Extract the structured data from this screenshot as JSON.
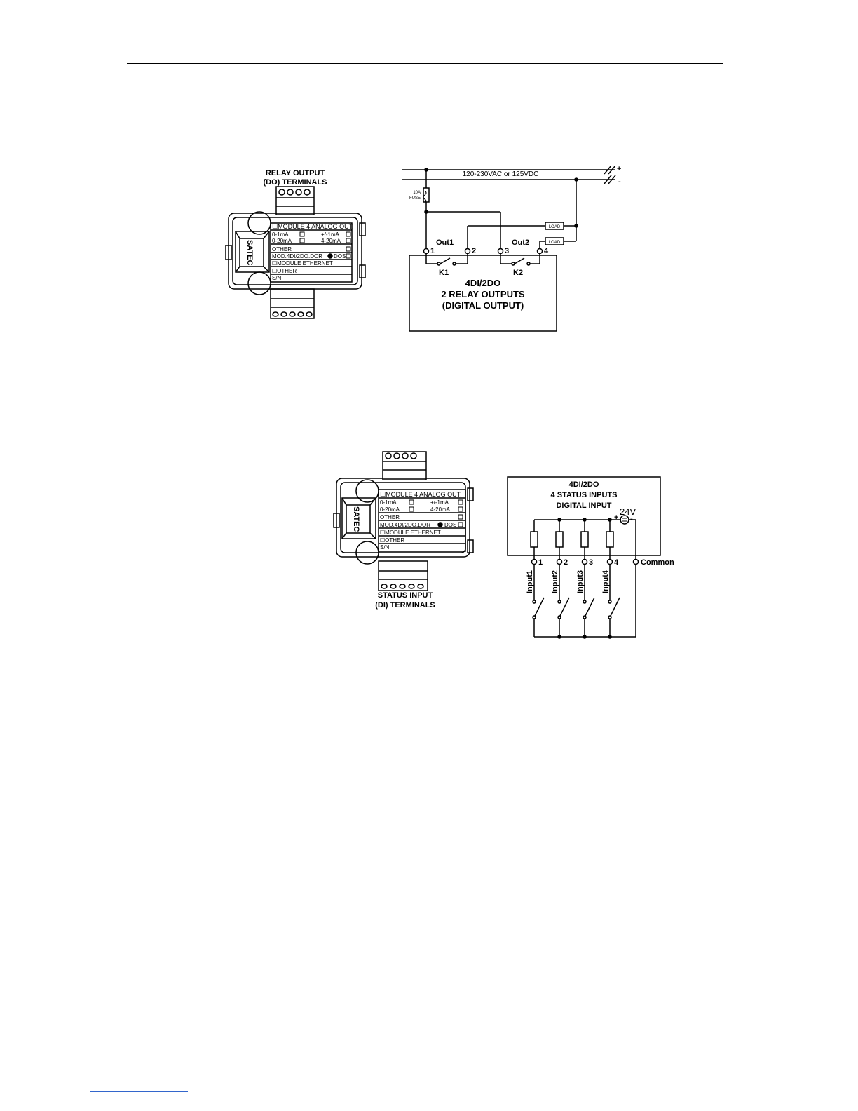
{
  "figure1": {
    "module_title_line1": "RELAY OUTPUT",
    "module_title_line2": "(DO) TERMINALS",
    "brand": "SATEC",
    "label_rows": [
      "☐MODULE 4 ANALOG OUT.",
      "0-1mA",
      "+/-1mA",
      "0-20mA",
      "4-20mA",
      "OTHER",
      "MOD.4DI/2DO.DOR",
      "DOS",
      "☐MODULE ETHERNET",
      "☐OTHER",
      "S/N"
    ],
    "supply": "120-230VAC or 125VDC",
    "plus": "+",
    "minus": "-",
    "fuse_rating": "10A",
    "fuse_label": "FUSE",
    "load1": "LOAD",
    "load2": "LOAD",
    "out1": "Out1",
    "out2": "Out2",
    "t1": "1",
    "t2": "2",
    "t3": "3",
    "t4": "4",
    "k1": "K1",
    "k2": "K2",
    "box_line1": "4DI/2DO",
    "box_line2": "2 RELAY OUTPUTS",
    "box_line3": "(DIGITAL OUTPUT)"
  },
  "figure2": {
    "brand": "SATEC",
    "label_rows": [
      "☐MODULE 4 ANALOG OUT.",
      "0-1mA",
      "+/-1mA",
      "0-20mA",
      "4-20mA",
      "OTHER",
      "MOD.4DI/2DO.DOR",
      "DOS",
      "☐MODULE ETHERNET",
      "☐OTHER",
      "S/N"
    ],
    "module_caption_line1": "STATUS INPUT",
    "module_caption_line2": "(DI) TERMINALS",
    "box_line1": "4DI/2DO",
    "box_line2": "4 STATUS INPUTS",
    "box_line3": "DIGITAL INPUT",
    "voltage": "24V",
    "plus": "+",
    "minus": "-",
    "t1": "1",
    "t2": "2",
    "t3": "3",
    "t4": "4",
    "common": "Common",
    "inputs": [
      "Input1",
      "Input2",
      "Input3",
      "Input4"
    ]
  }
}
